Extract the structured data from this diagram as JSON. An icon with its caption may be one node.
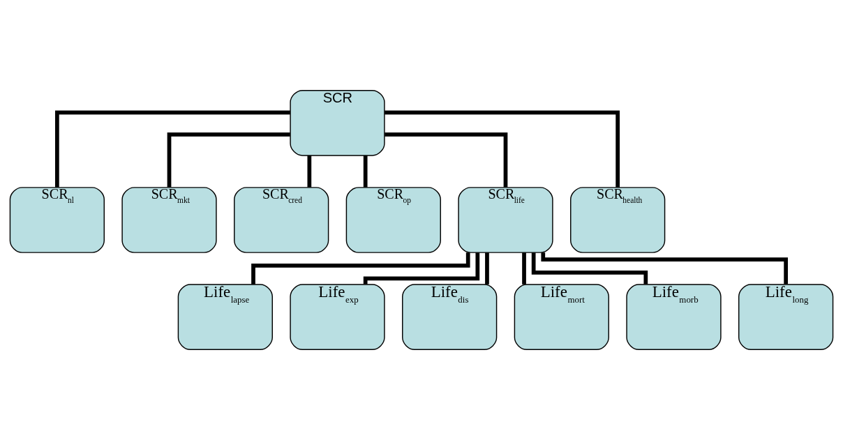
{
  "diagram": {
    "nodes": [
      {
        "text": [
          "SCR"
        ]
      },
      {
        "text": [
          "SCR$_{nl}$"
        ]
      },
      {
        "text": [
          "SCR$_{mkt}$"
        ]
      },
      {
        "text": [
          "SCR$_{cred}$"
        ]
      },
      {
        "text": [
          "SCR$_{op}$"
        ]
      },
      {
        "text": [
          "SCR$_{life}$"
        ]
      },
      {
        "text": [
          "SCR$_{health}$"
        ]
      },
      {
        "text": [
          "Life$_{lapse}$"
        ]
      },
      {
        "text": [
          "Life$_{exp}$"
        ]
      },
      {
        "text": [
          "Life$_{dis}$"
        ]
      },
      {
        "text": [
          "Life$_{mort}$"
        ]
      },
      {
        "text": [
          "Life$_{morb}$"
        ]
      },
      {
        "text": [
          "Life$_{long}$"
        ]
      }
    ],
    "edges": [
      {
        "from": 0,
        "to": 1,
        "arrow": "none"
      },
      {
        "from": 0,
        "to": 2,
        "arrow": "none"
      },
      {
        "from": 0,
        "to": 3,
        "arrow": "none"
      },
      {
        "from": 0,
        "to": 4,
        "arrow": "none"
      },
      {
        "from": 0,
        "to": 5,
        "arrow": "none"
      },
      {
        "from": 0,
        "to": 6,
        "arrow": "none"
      },
      {
        "from": 5,
        "to": 7,
        "arrow": "none"
      },
      {
        "from": 5,
        "to": 8,
        "arrow": "none"
      },
      {
        "from": 5,
        "to": 9,
        "arrow": "none"
      },
      {
        "from": 5,
        "to": 10,
        "arrow": "none"
      },
      {
        "from": 5,
        "to": 11,
        "arrow": "none"
      },
      {
        "from": 5,
        "to": 12,
        "arrow": "none"
      }
    ]
  }
}
